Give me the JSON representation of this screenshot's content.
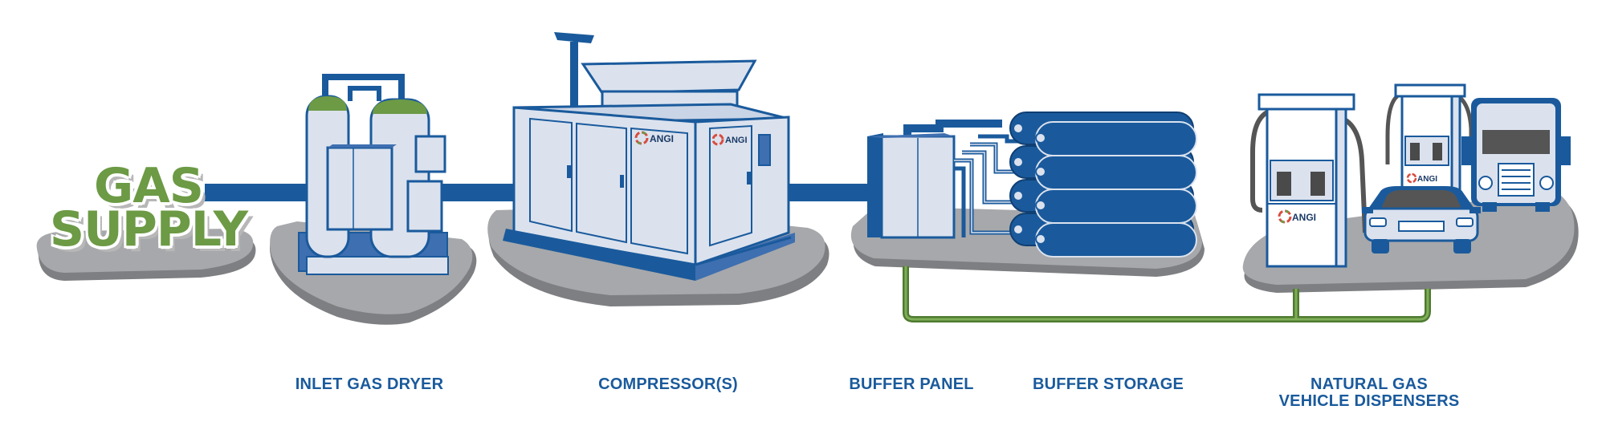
{
  "title": {
    "line1": "GAS",
    "line2": "SUPPLY"
  },
  "brand": "ANGI",
  "labels": {
    "inlet_gas_dryer": "INLET GAS DRYER",
    "compressor": "COMPRESSOR(S)",
    "buffer_panel": "BUFFER PANEL",
    "buffer_storage": "BUFFER STORAGE",
    "dispensers_line1": "NATURAL GAS",
    "dispensers_line2": "VEHICLE DISPENSERS"
  },
  "colors": {
    "pipe_blue": "#1a5a9c",
    "equipment_light": "#dbe2ee",
    "equipment_dark": "#3e6fb0",
    "gas_green": "#6c9a45",
    "ground_gray": "#a7a8ab",
    "ground_shadow": "#7e7f82"
  }
}
